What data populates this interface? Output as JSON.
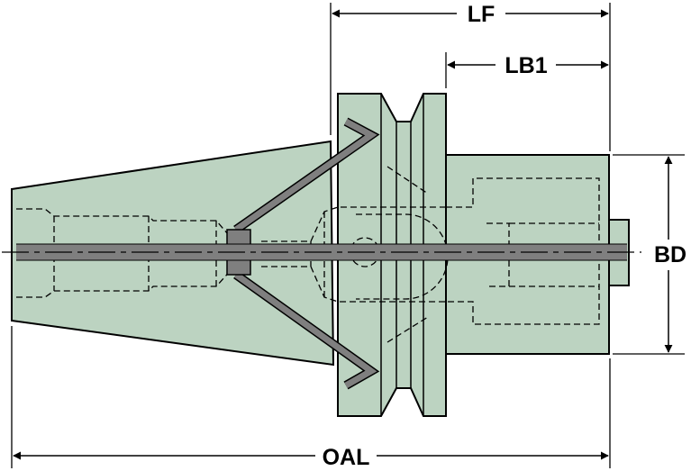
{
  "dimensions": {
    "lf": "LF",
    "lb1": "LB1",
    "bd": "BD",
    "oal": "OAL"
  },
  "colors": {
    "body_fill": "#bcd3c1",
    "outline": "#000000",
    "coolant": "#7f7f7f",
    "background": "#ffffff"
  }
}
